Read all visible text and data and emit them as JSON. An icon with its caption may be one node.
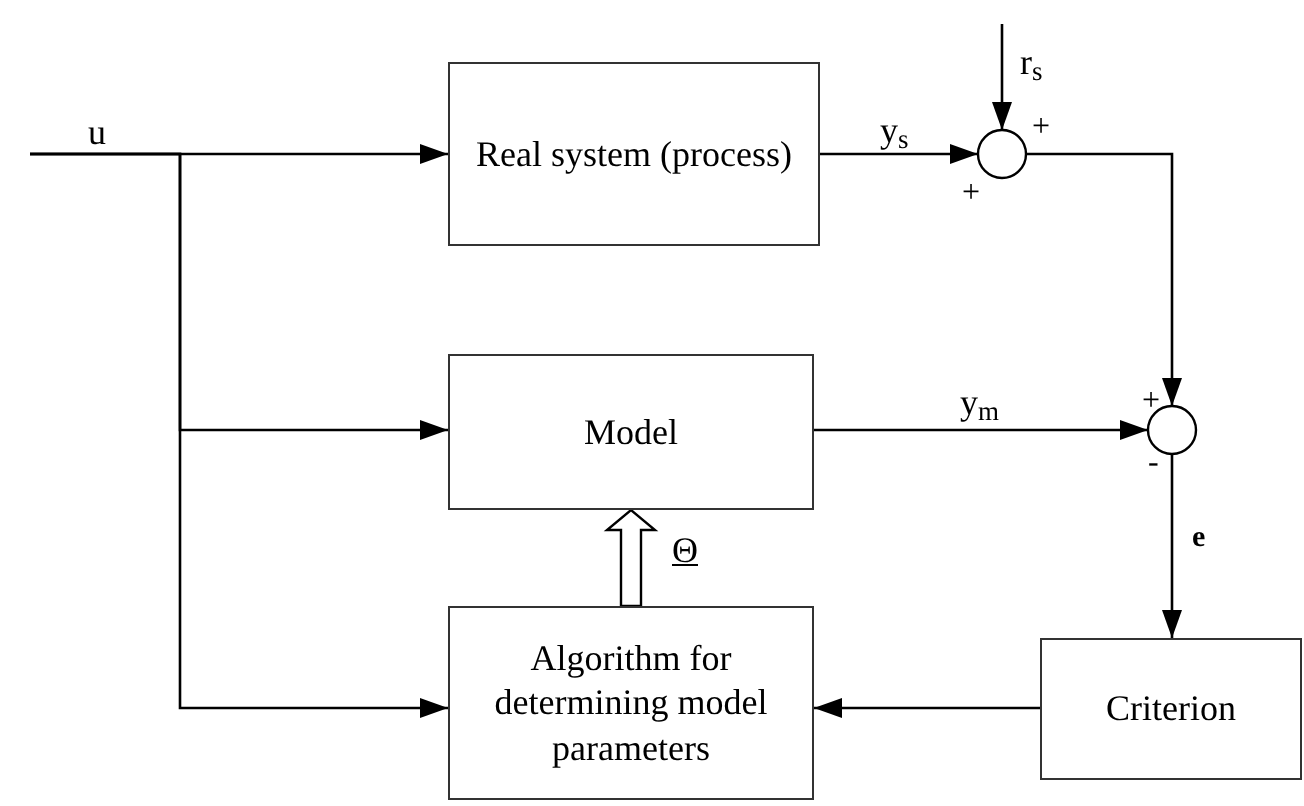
{
  "diagram": {
    "nodes": [
      {
        "text": [
          "Real system (process)"
        ]
      },
      {
        "text": [],
        "shape": "circle",
        "beside": [
          "+",
          "+"
        ]
      },
      {
        "text": [
          "Model"
        ]
      },
      {
        "text": [],
        "shape": "circle",
        "beside": [
          "+",
          "-"
        ]
      },
      {
        "text": [
          "Algorithm for determining model parameters"
        ]
      },
      {
        "text": [
          "Criterion"
        ]
      }
    ],
    "edges": [
      {
        "from": null,
        "to": 0,
        "arrow": "to",
        "label": "u"
      },
      {
        "from": null,
        "to": 2,
        "arrow": "to"
      },
      {
        "from": null,
        "to": 4,
        "arrow": "to"
      },
      {
        "from": null,
        "to": 1,
        "arrow": "to",
        "label": "r$_{s}$"
      },
      {
        "from": 0,
        "to": 1,
        "arrow": "to",
        "label": "y$_{s}$"
      },
      {
        "from": 1,
        "to": 3,
        "arrow": "to"
      },
      {
        "from": 2,
        "to": 3,
        "arrow": "to",
        "label": "y$_{m}$"
      },
      {
        "from": 3,
        "to": 5,
        "arrow": "to",
        "label": "e"
      },
      {
        "from": 5,
        "to": 4,
        "arrow": "to"
      },
      {
        "from": 4,
        "to": 2,
        "arrow": "to",
        "label": "Θ",
        "style": "thick"
      }
    ]
  }
}
